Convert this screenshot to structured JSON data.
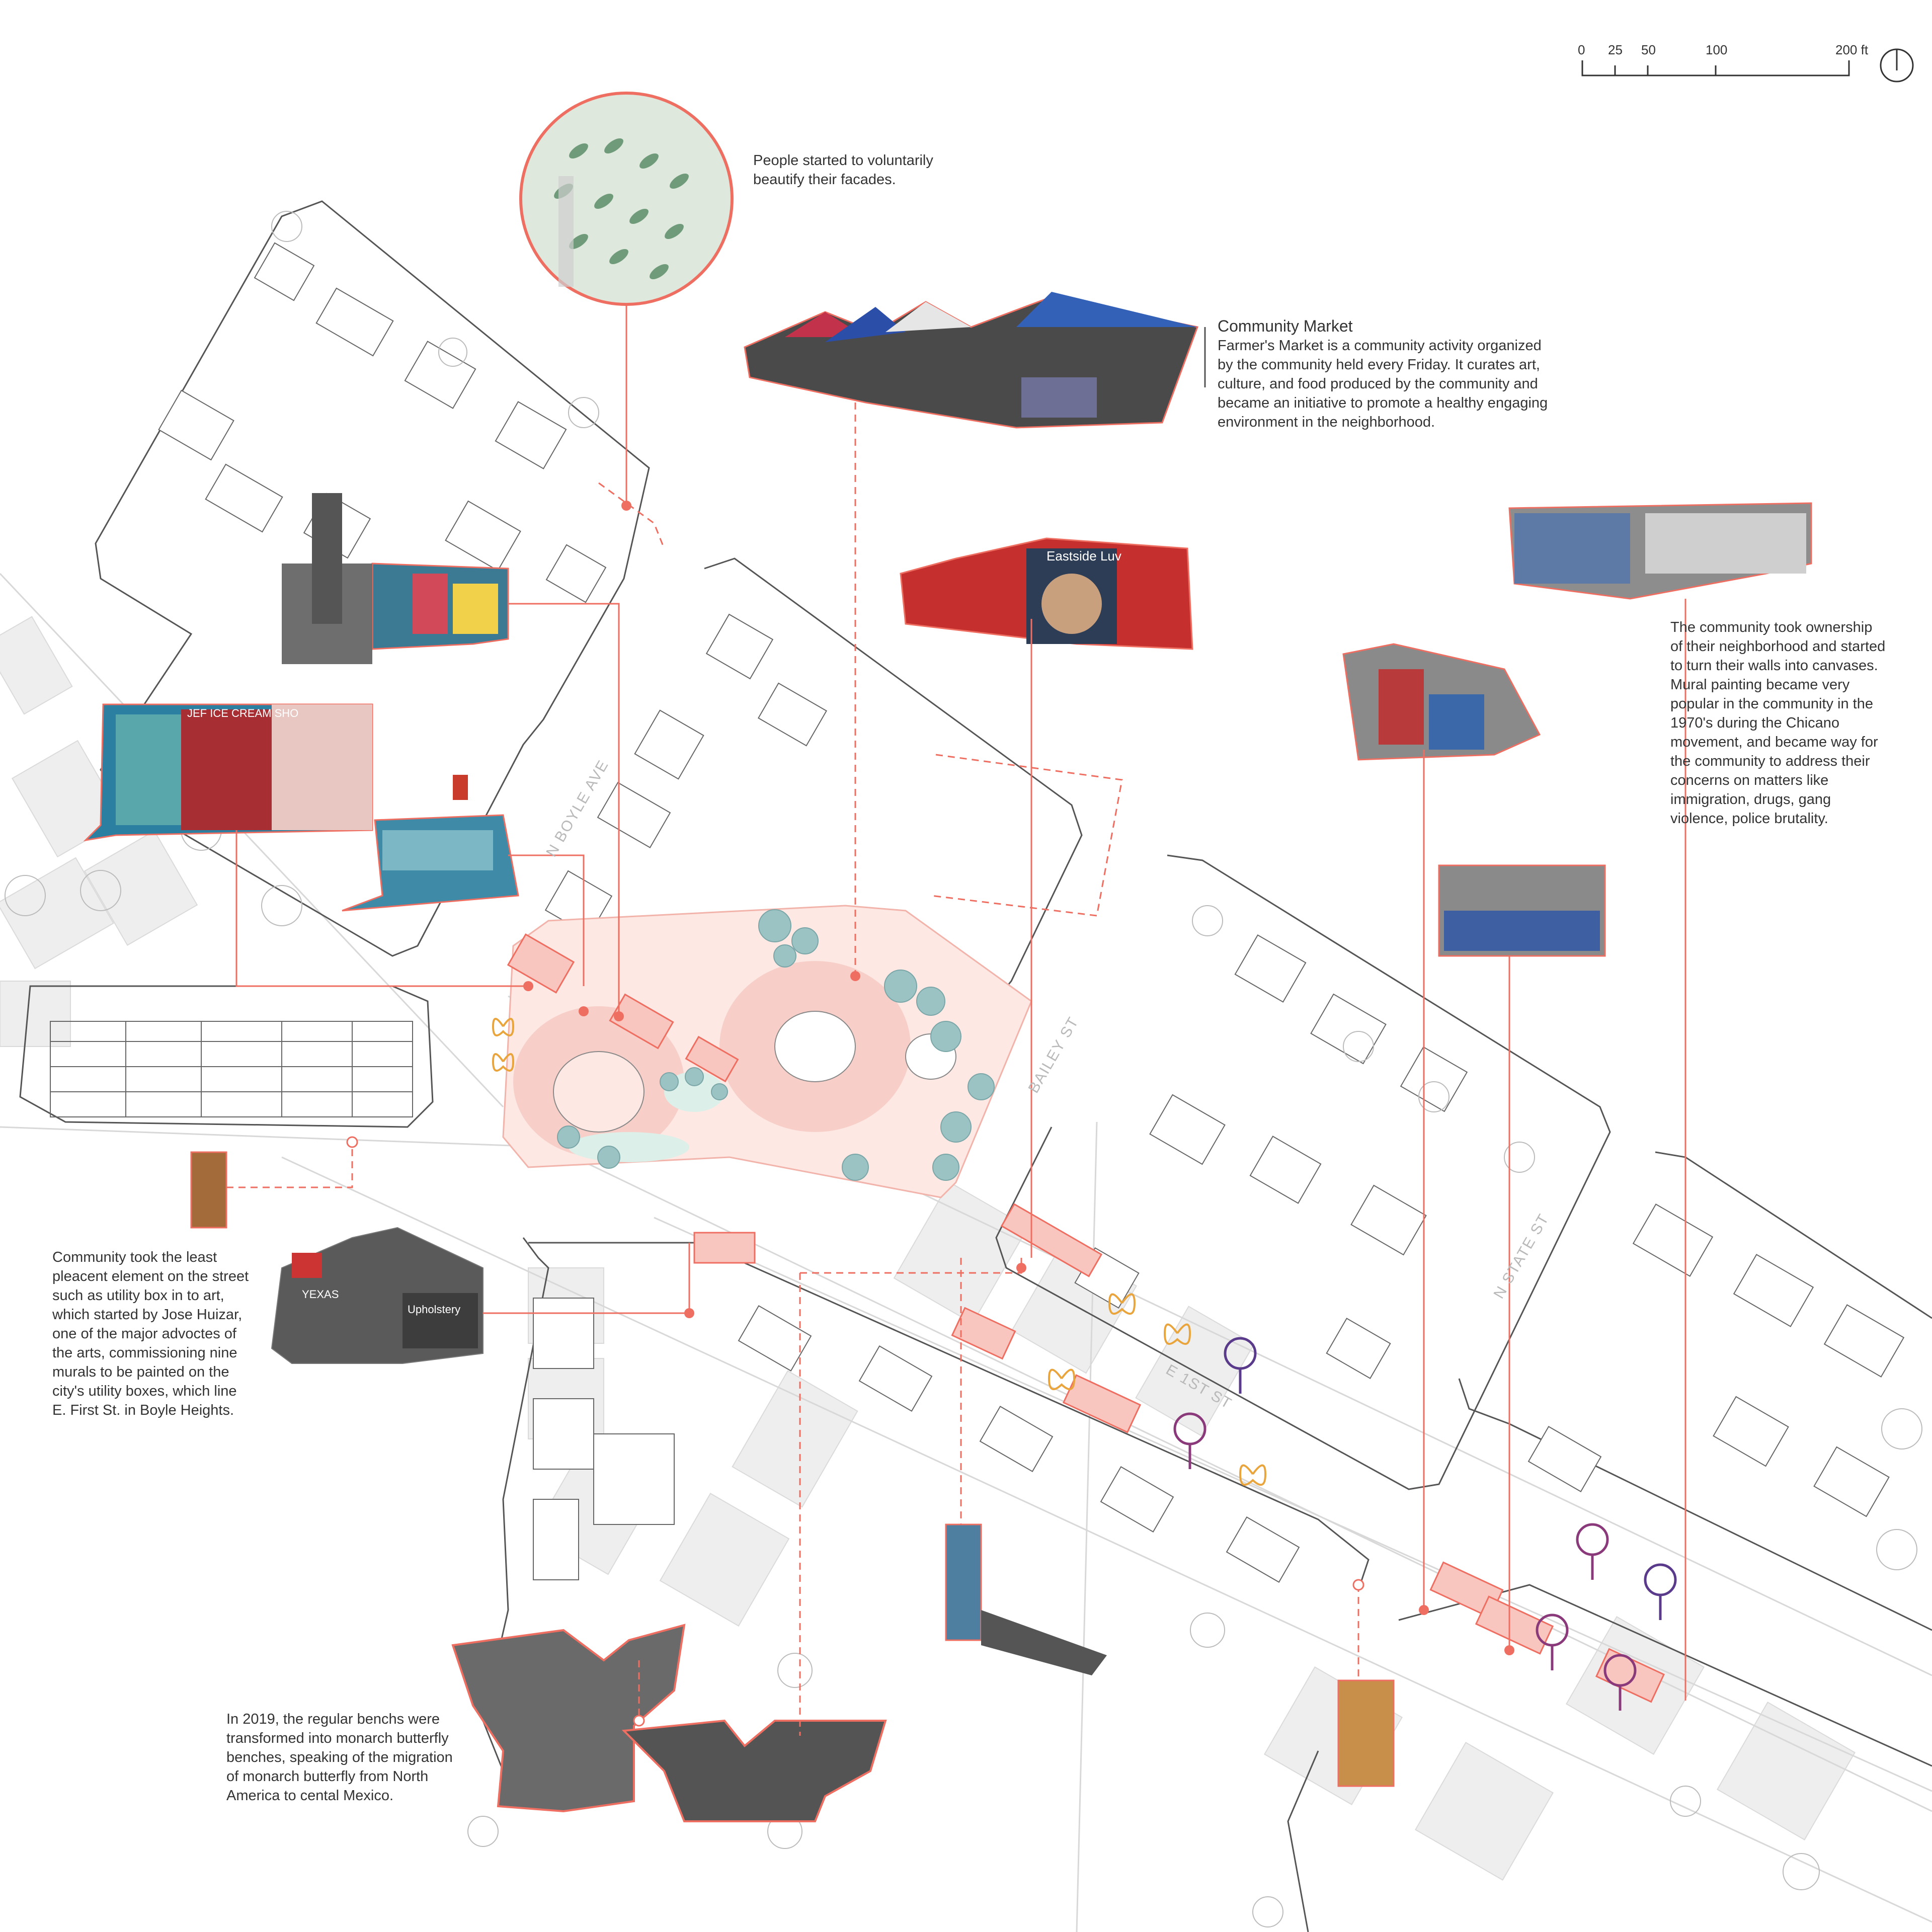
{
  "scale_bar": {
    "ticks": [
      "0",
      "25",
      "50",
      "100",
      "200 ft"
    ],
    "north_icon": "north-arrow-icon"
  },
  "streets": {
    "n_boyle": "N BOYLE AVE",
    "bailey": "BAILEY ST",
    "e_first": "E 1ST ST",
    "n_state": "N STATE ST"
  },
  "annotations": {
    "facades": {
      "lines": [
        "People started to voluntarily",
        "beautify their facades."
      ]
    },
    "market": {
      "title": "Community Market",
      "lines": [
        "Farmer's Market is a community activity organized",
        "by the community held every Friday. It curates art,",
        "culture, and food produced by the community and",
        "became an initiative to promote a healthy engaging",
        "environment in the neighborhood."
      ]
    },
    "murals": {
      "lines": [
        "The community took ownership",
        "of their neighborhood and started",
        "to turn their walls into canvases.",
        "Mural painting became very",
        "popular in the community in the",
        "1970's during the Chicano",
        "movement, and became way for",
        "the community to address their",
        "concerns on matters like",
        "immigration, drugs, gang",
        "violence, police brutality."
      ]
    },
    "utility": {
      "lines": [
        "Community took the least",
        "pleacent element on the street",
        "such as utility box in to art,",
        "which started by Jose Huizar,",
        "one of the major advoctes of",
        "the arts, commissioning nine",
        "murals to be painted on the",
        "city's utility boxes, which line",
        "E. First St. in Boyle Heights."
      ]
    },
    "benches": {
      "lines": [
        "In 2019, the regular benchs were",
        "transformed into monarch butterfly",
        "benches, speaking of the migration",
        "of monarch butterfly from North",
        "America to cental Mexico."
      ]
    }
  },
  "photo_signs": {
    "ice_cream": "JEF ICE CREAM SHO",
    "eastside": "Eastside Luv",
    "texas": "YEXAS",
    "upholstery": "Upholstery"
  },
  "colors": {
    "accent": "#ee6f62",
    "accent_fill": "#f9c6bf",
    "plaza_fill": "#fde8e4",
    "tree": "#9cc3c4",
    "linework": "#555555",
    "ghost": "#ededed",
    "butterfly": "#e9a53c",
    "flower": "#7a3f8a"
  }
}
